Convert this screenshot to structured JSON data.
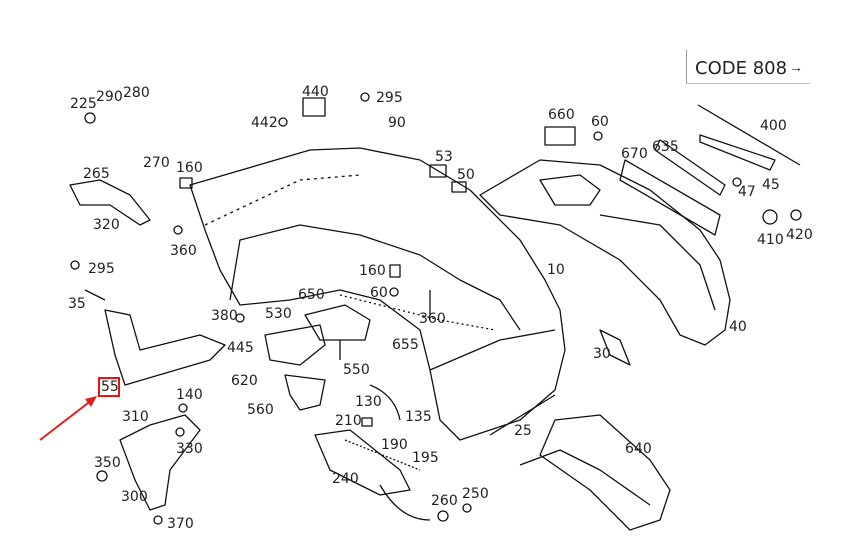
{
  "code_label": "CODE 808",
  "code_arrow": "→",
  "highlight_color": "#e11d1d",
  "highlighted_part": "55",
  "labels": {
    "l225": "225",
    "l290": "290",
    "l280": "280",
    "l265": "265",
    "l270": "270",
    "l160a": "160",
    "l320": "320",
    "l360a": "360",
    "l440": "440",
    "l442": "442",
    "l295a": "295",
    "l90": "90",
    "l53": "53",
    "l50": "50",
    "l660": "660",
    "l60a": "60",
    "l670": "670",
    "l635": "635",
    "l400": "400",
    "l47": "47",
    "l45": "45",
    "l410": "410",
    "l420": "420",
    "l295b": "295",
    "l35": "35",
    "l10": "10",
    "l160b": "160",
    "l60b": "60",
    "l650": "650",
    "l380": "380",
    "l530": "530",
    "l360b": "360",
    "l655": "655",
    "l445": "445",
    "l550": "550",
    "l40": "40",
    "l30": "30",
    "l55": "55",
    "l620": "620",
    "l140": "140",
    "l560": "560",
    "l130": "130",
    "l310": "310",
    "l330": "330",
    "l210": "210",
    "l135": "135",
    "l25": "25",
    "l190": "190",
    "l195": "195",
    "l350": "350",
    "l240": "240",
    "l640": "640",
    "l300": "300",
    "l260": "260",
    "l250": "250",
    "l370": "370"
  }
}
